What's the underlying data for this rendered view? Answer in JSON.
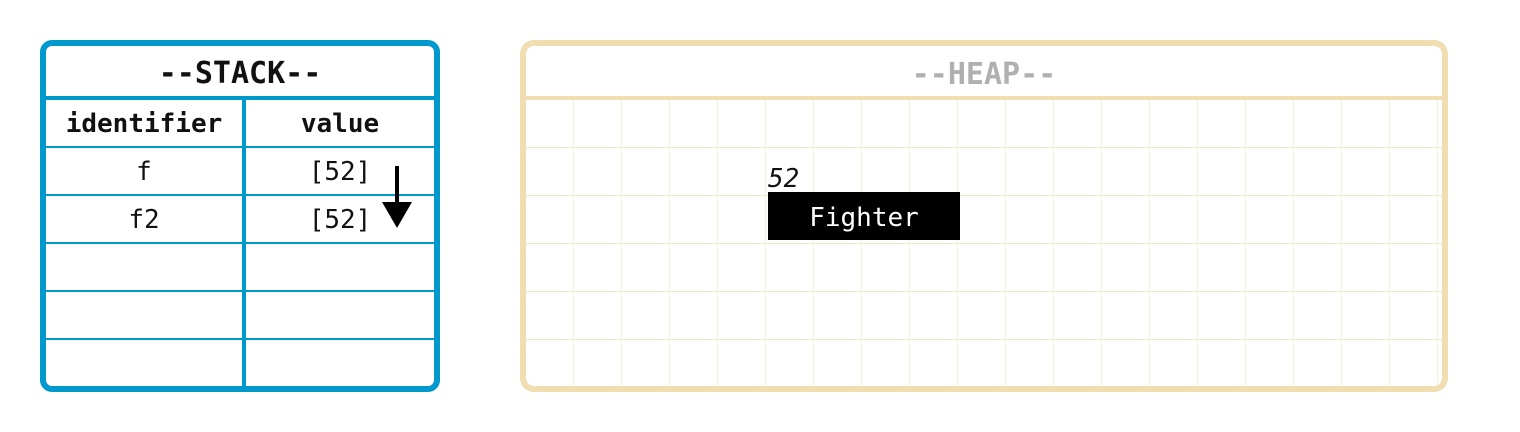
{
  "stack": {
    "title": "--STACK--",
    "header": {
      "identifier": "identifier",
      "value": "value"
    },
    "rows": [
      {
        "identifier": "f",
        "value": "[52]"
      },
      {
        "identifier": "f2",
        "value": "[52]"
      },
      {
        "identifier": "",
        "value": ""
      },
      {
        "identifier": "",
        "value": ""
      },
      {
        "identifier": "",
        "value": ""
      }
    ]
  },
  "heap": {
    "title": "--HEAP--",
    "objects": [
      {
        "address": "52",
        "type": "Fighter"
      }
    ]
  },
  "colors": {
    "stack_border": "#0099cc",
    "heap_border": "#f0deb0",
    "heap_title": "#b0b0b0",
    "object_fill": "#000000",
    "object_text": "#ffffff"
  },
  "icons": {
    "reference_arrow": "arrow-down-icon"
  }
}
